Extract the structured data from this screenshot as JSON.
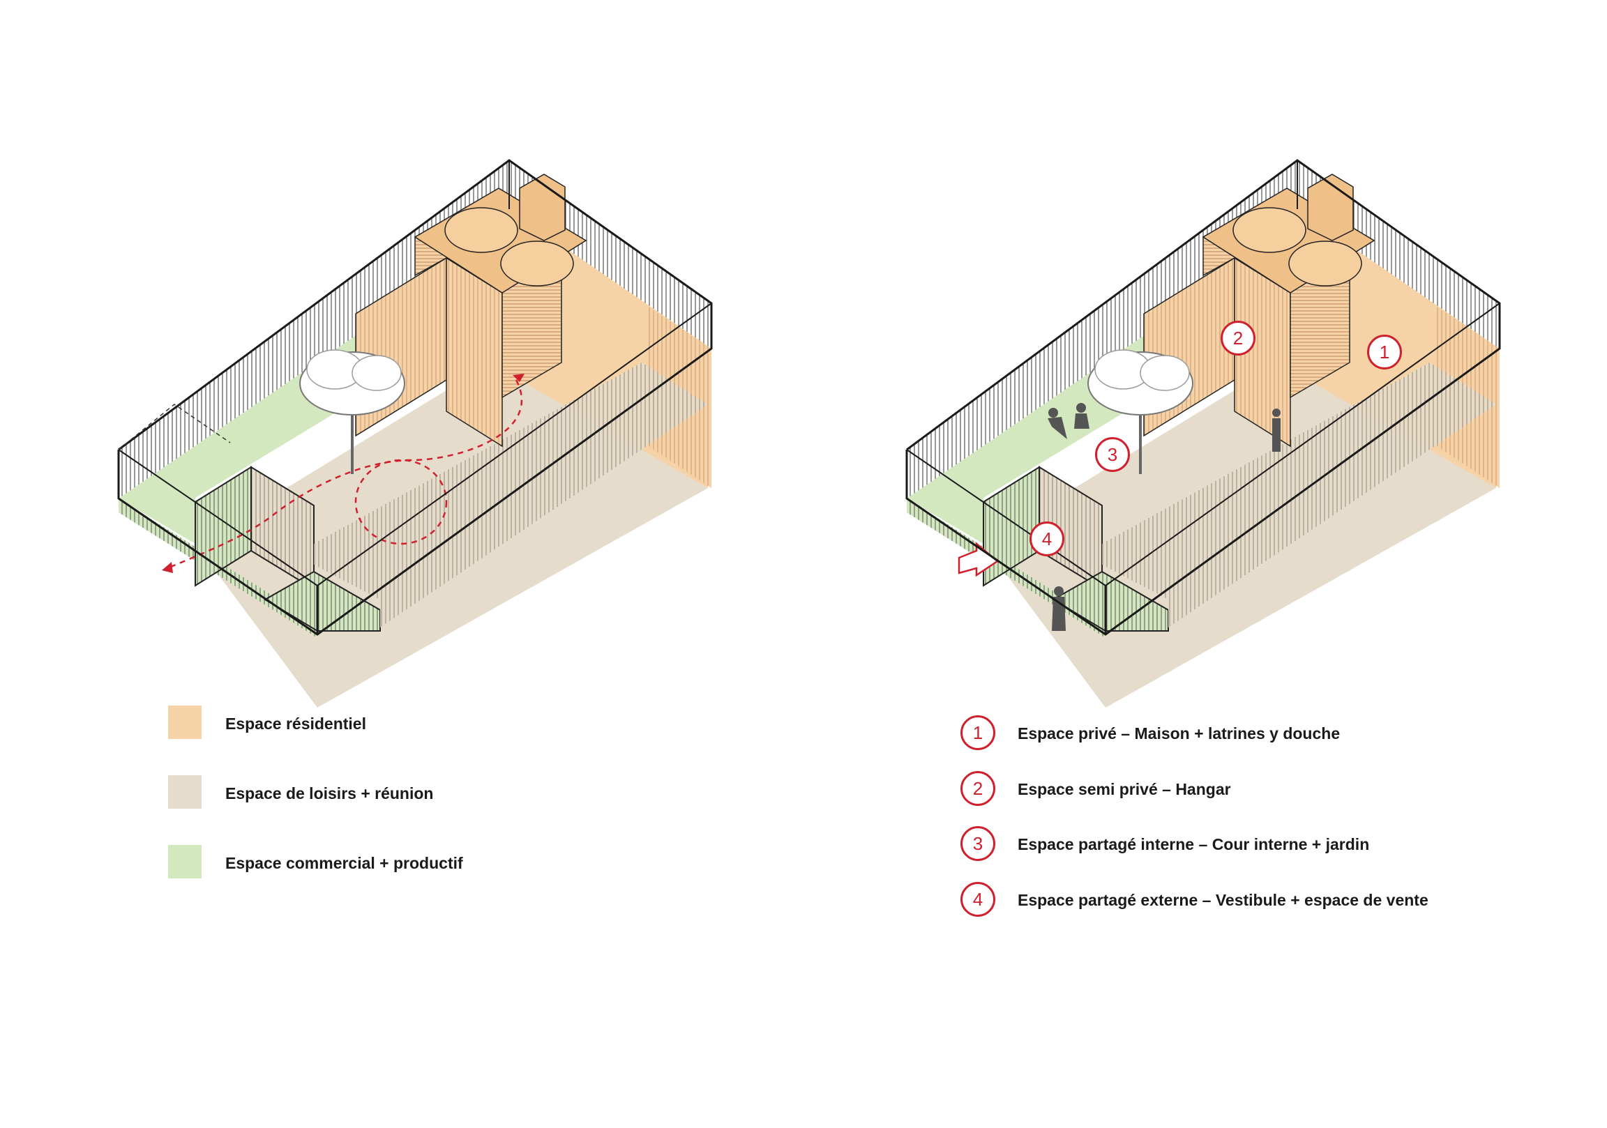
{
  "colors": {
    "residential": "#f6d3a7",
    "leisure": "#e6dccb",
    "commercial": "#d3e8bf",
    "accent_red": "#d0202e",
    "outline": "#1a1a1a"
  },
  "legend_left": [
    {
      "label": "Espace résidentiel",
      "color": "#f6d3a7"
    },
    {
      "label": "Espace de loisirs + réunion",
      "color": "#e6dccb"
    },
    {
      "label": "Espace commercial + productif",
      "color": "#d3e8bf"
    }
  ],
  "legend_right": [
    {
      "number": "1",
      "title": "Espace privé",
      "desc": "Maison + latrines y douche"
    },
    {
      "number": "2",
      "title": "Espace semi privé",
      "desc": "Hangar"
    },
    {
      "number": "3",
      "title": "Espace partagé interne",
      "desc": "Cour interne + jardin"
    },
    {
      "number": "4",
      "title": "Espace partagé externe",
      "desc": "Vestibule + espace de vente"
    }
  ],
  "diagram_markers": [
    "1",
    "2",
    "3",
    "4"
  ],
  "icons": [
    "tree-icon",
    "person-icon",
    "entry-arrow-icon",
    "path-arrow-icon"
  ]
}
